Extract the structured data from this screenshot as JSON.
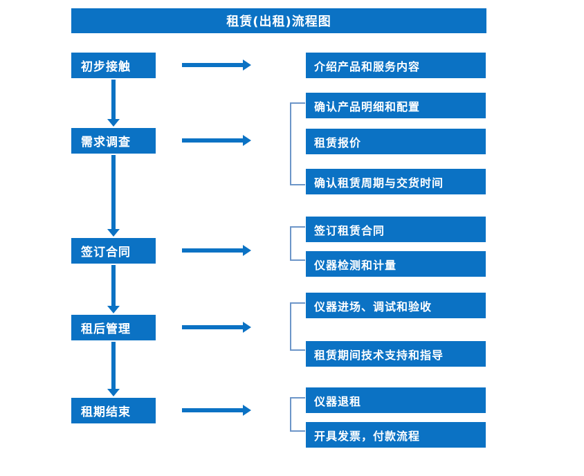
{
  "title": "租赁(出租)流程图",
  "colors": {
    "box_fill": "#0B72C4",
    "box_text": "#FFFFFF",
    "arrow": "#0B72C4",
    "bracket": "#6C95C8",
    "background": "#FFFFFF"
  },
  "stages": [
    {
      "label": "初步接触"
    },
    {
      "label": "需求调查"
    },
    {
      "label": "签订合同"
    },
    {
      "label": "租后管理"
    },
    {
      "label": "租期结束"
    }
  ],
  "details": [
    {
      "label": "介绍产品和服务内容"
    },
    {
      "label": "确认产品明细和配置"
    },
    {
      "label": "租赁报价"
    },
    {
      "label": "确认租赁周期与交货时间"
    },
    {
      "label": "签订租赁合同"
    },
    {
      "label": "仪器检测和计量"
    },
    {
      "label": "仪器进场、调试和验收"
    },
    {
      "label": "租赁期间技术支持和指导"
    },
    {
      "label": "仪器退租"
    },
    {
      "label": "开具发票，付款流程"
    }
  ],
  "groups": [
    {
      "name": "group-initial-contact",
      "details": [
        "介绍产品和服务内容"
      ]
    },
    {
      "name": "group-needs-survey",
      "details": [
        "确认产品明细和配置",
        "租赁报价",
        "确认租赁周期与交货时间"
      ]
    },
    {
      "name": "group-sign-contract",
      "details": [
        "签订租赁合同",
        "仪器检测和计量"
      ]
    },
    {
      "name": "group-post-rental",
      "details": [
        "仪器进场、调试和验收",
        "租赁期间技术支持和指导"
      ]
    },
    {
      "name": "group-rental-end",
      "details": [
        "仪器退租",
        "开具发票，付款流程"
      ]
    }
  ]
}
